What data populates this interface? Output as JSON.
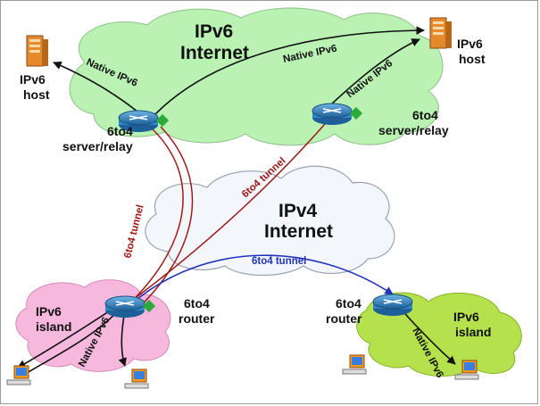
{
  "colors": {
    "ipv6_cloud": "#b9f2b2",
    "ipv4_cloud": "#f3f6fb",
    "left_island": "#f6b8dd",
    "right_island": "#b5e24c",
    "tunnel_red": "#a01818",
    "tunnel_blue": "#2233bb",
    "native_black": "#111111",
    "router_blue": "#2f86c7"
  },
  "clouds": {
    "ipv6_internet": {
      "line1": "IPv6",
      "line2": "Internet"
    },
    "ipv4_internet": {
      "line1": "IPv4",
      "line2": "Internet"
    },
    "left_island": {
      "line1": "IPv6",
      "line2": "island"
    },
    "right_island": {
      "line1": "IPv6",
      "line2": "island"
    }
  },
  "hosts": {
    "top_left": {
      "line1": "IPv6",
      "line2": "host",
      "icon": "server-icon"
    },
    "top_right": {
      "line1": "IPv6",
      "line2": "host",
      "icon": "server-icon"
    }
  },
  "devices": {
    "left_relay": {
      "line1": "6to4",
      "line2": "server/relay",
      "icon": "router-icon"
    },
    "right_relay": {
      "line1": "6to4",
      "line2": "server/relay",
      "icon": "router-icon"
    },
    "left_router": {
      "line1": "6to4",
      "line2": "router",
      "icon": "router-icon"
    },
    "right_router": {
      "line1": "6to4",
      "line2": "router",
      "icon": "router-icon"
    }
  },
  "links": {
    "native_top_left": "Native IPv6",
    "native_top_middle": "Native IPv6",
    "native_top_right": "Native IPv6",
    "tunnel_left": "6to4 tunnel",
    "tunnel_right": "6to4 tunnel",
    "tunnel_bottom": "6to4 tunnel",
    "native_bottom_left": "Native IPv6",
    "native_bottom_right": "Native IPv6"
  }
}
